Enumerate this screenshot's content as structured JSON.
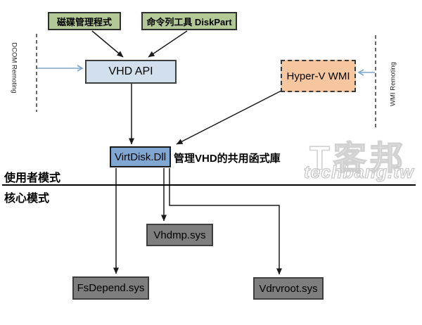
{
  "diagram": {
    "nodes": {
      "disk_mgmt": "磁碟管理程式",
      "diskpart": "命令列工具 DiskPart",
      "vhd_api": "VHD API",
      "hyperv_wmi": "Hyper-V WMI",
      "virtdisk": "VirtDisk.Dll",
      "vhdmp": "Vhdmp.sys",
      "fsdepend": "FsDepend.sys",
      "vdrvroot": "Vdrvroot.sys"
    },
    "labels": {
      "virtdisk_note": "管理VHD的共用函式庫",
      "user_mode": "使用者模式",
      "kernel_mode": "核心模式",
      "dcom_remoting": "DCOM Remoting",
      "wmi_remoting": "WMI Remoting"
    },
    "watermark": {
      "logo": "T客邦",
      "site": "techbang.tw"
    },
    "colors": {
      "tool_box_fill": "#b2c896",
      "api_box_fill": "#d2dfec",
      "wmi_box_fill": "#f6c79f",
      "virtdisk_fill": "#7fa7d1",
      "driver_box_fill": "#7e7e7e",
      "arrow_black": "#1a1a1a",
      "arrow_blue": "#7ea6cb",
      "mode_line": "#000000"
    }
  }
}
